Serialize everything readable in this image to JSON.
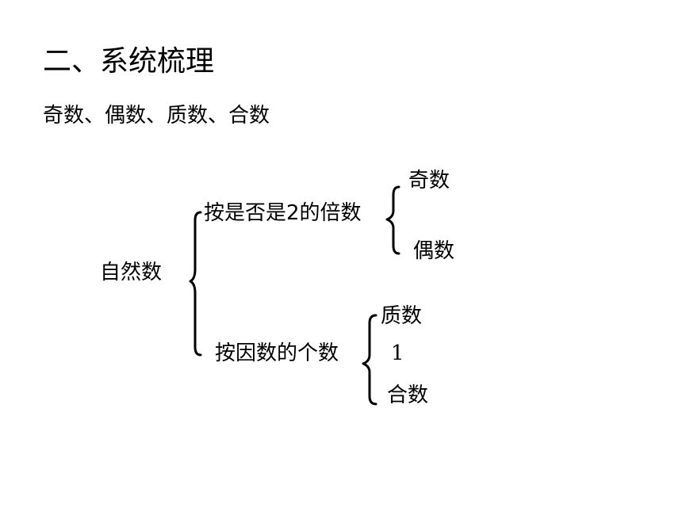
{
  "title": "二、系统梳理",
  "subtitle": "奇数、偶数、质数、合数",
  "tree": {
    "root": "自然数",
    "branch_parity": {
      "label": "按是否是2的倍数",
      "children": [
        "奇数",
        "偶数"
      ]
    },
    "branch_factors": {
      "label": "按因数的个数",
      "children": [
        "质数",
        "1",
        "合数"
      ]
    }
  }
}
